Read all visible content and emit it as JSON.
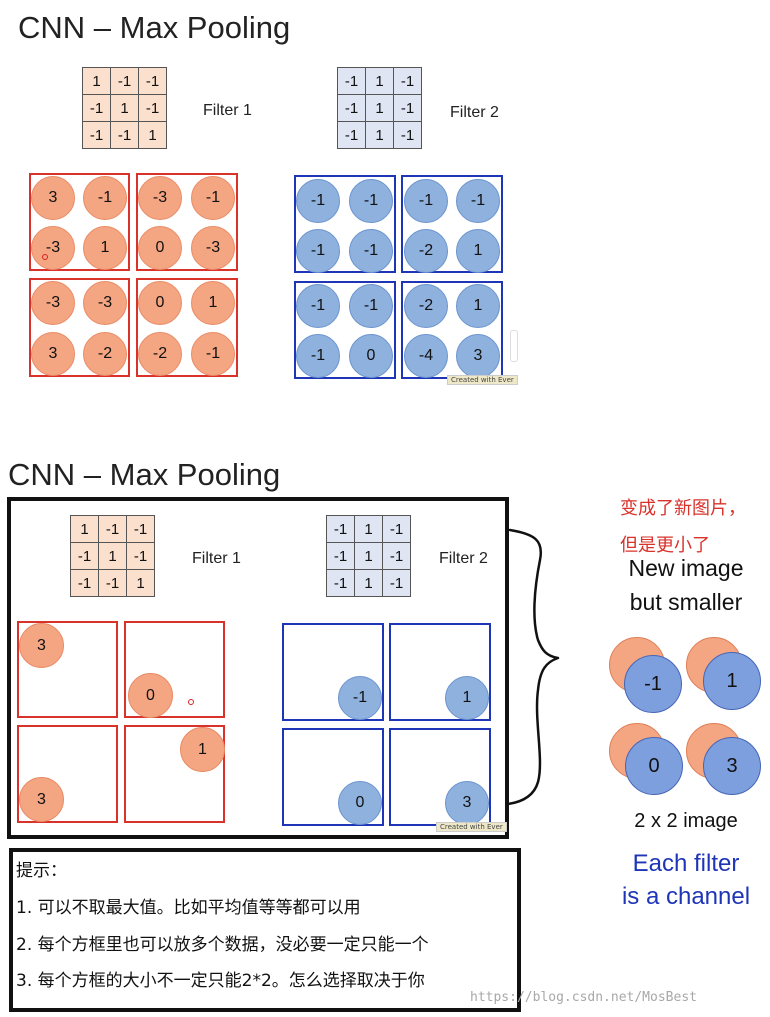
{
  "top": {
    "title": "CNN – Max Pooling",
    "filter1_label": "Filter 1",
    "filter2_label": "Filter 2",
    "filter1": [
      [
        "1",
        "-1",
        "-1"
      ],
      [
        "-1",
        "1",
        "-1"
      ],
      [
        "-1",
        "-1",
        "1"
      ]
    ],
    "filter2": [
      [
        "-1",
        "1",
        "-1"
      ],
      [
        "-1",
        "1",
        "-1"
      ],
      [
        "-1",
        "1",
        "-1"
      ]
    ],
    "red_groups": [
      [
        "3",
        "-1",
        "-3",
        "1"
      ],
      [
        "-3",
        "-1",
        "0",
        "-3"
      ],
      [
        "-3",
        "-3",
        "3",
        "-2"
      ],
      [
        "0",
        "1",
        "-2",
        "-1"
      ]
    ],
    "blue_groups": [
      [
        "-1",
        "-1",
        "-1",
        "-1"
      ],
      [
        "-1",
        "-1",
        "-2",
        "1"
      ],
      [
        "-1",
        "-1",
        "-1",
        "0"
      ],
      [
        "-2",
        "1",
        "-4",
        "3"
      ]
    ],
    "evernote_badge": "Created with Ever"
  },
  "bottom": {
    "title": "CNN – Max Pooling",
    "filter1_label": "Filter 1",
    "filter2_label": "Filter 2",
    "filter1": [
      [
        "1",
        "-1",
        "-1"
      ],
      [
        "-1",
        "1",
        "-1"
      ],
      [
        "-1",
        "-1",
        "1"
      ]
    ],
    "filter2": [
      [
        "-1",
        "1",
        "-1"
      ],
      [
        "-1",
        "1",
        "-1"
      ],
      [
        "-1",
        "1",
        "-1"
      ]
    ],
    "red_max": [
      "3",
      "0",
      "3",
      "1"
    ],
    "blue_max": [
      "-1",
      "1",
      "0",
      "3"
    ],
    "evernote_badge": "Created with Ever"
  },
  "side": {
    "note_line1": "变成了新图片，",
    "note_line2": "但是更小了",
    "new_image_line1": "New image",
    "new_image_line2": "but smaller",
    "result_values": [
      "-1",
      "1",
      "0",
      "3"
    ],
    "caption": "2 x 2 image",
    "channel_line1": "Each filter",
    "channel_line2": "is a channel"
  },
  "tips": {
    "heading": "提示：",
    "items": [
      "1. 可以不取最大值。比如平均值等等都可以用",
      "2. 每个方框里也可以放多个数据，没必要一定只能一个",
      "3. 每个方框的大小不一定只能2*2。怎么选择取决于你"
    ]
  },
  "watermark": "https://blog.csdn.net/MosBest"
}
